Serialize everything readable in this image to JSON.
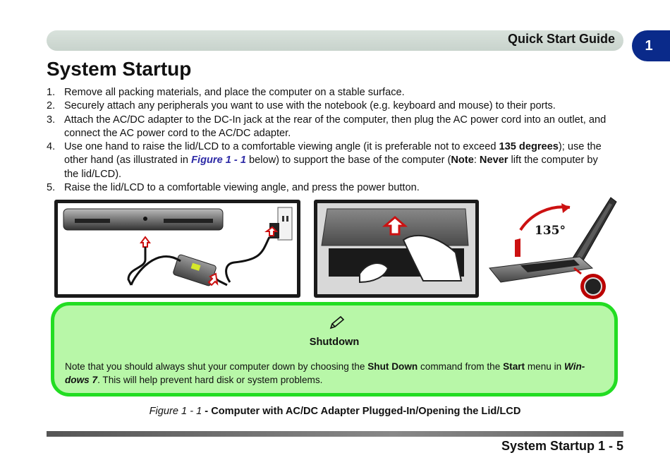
{
  "header": {
    "title": "Quick Start Guide",
    "chapter": "1"
  },
  "page_title": "System Startup",
  "steps": [
    {
      "num": "1.",
      "text": "Remove all packing materials, and place the computer on a stable surface."
    },
    {
      "num": "2.",
      "text": "Securely attach any peripherals you want to use with the notebook (e.g. keyboard and mouse) to their ports."
    },
    {
      "num": "3.",
      "text": "Attach the AC/DC adapter to the DC-In jack at the rear of the computer, then plug the AC power cord into an outlet, and connect the AC power cord to the AC/DC adapter."
    },
    {
      "num": "4.",
      "part1": "Use one hand to raise the lid/LCD to a comfortable viewing angle (it is preferable not to exceed ",
      "bold1": "135 degrees",
      "part2": "); use the other hand (as illustrated in ",
      "fig_ref": "Figure 1 - 1",
      "part3": " below) to support the base of the computer (",
      "note_label": "Note",
      "colon": ": ",
      "never": "Never",
      "part4": " lift the computer by the lid/LCD)."
    },
    {
      "num": "5.",
      "text": "Raise the lid/LCD to a comfortable viewing angle, and press the power button."
    }
  ],
  "figure": {
    "angle_label": "135°",
    "caption_num": "Figure 1 - 1",
    "caption_text": " - Computer with AC/DC Adapter Plugged-In/Opening the Lid/LCD"
  },
  "note": {
    "icon": "pencil-icon",
    "title": "Shutdown",
    "t1": "Note that you should always shut your computer down by choosing the ",
    "b1": "Shut Down",
    "t2": " command from the ",
    "b2": "Start",
    "t3": " menu in ",
    "b3": "Win-dows 7",
    "t4": ". This will help prevent hard disk or system problems."
  },
  "footer": {
    "text": "System Startup 1 - 5"
  },
  "colors": {
    "chapter_tab": "#0a2a8a",
    "note_bg": "#b8f7a8",
    "note_border": "#22dd22",
    "fig_link": "#2d2aa6",
    "arrow_red": "#cc1111"
  }
}
